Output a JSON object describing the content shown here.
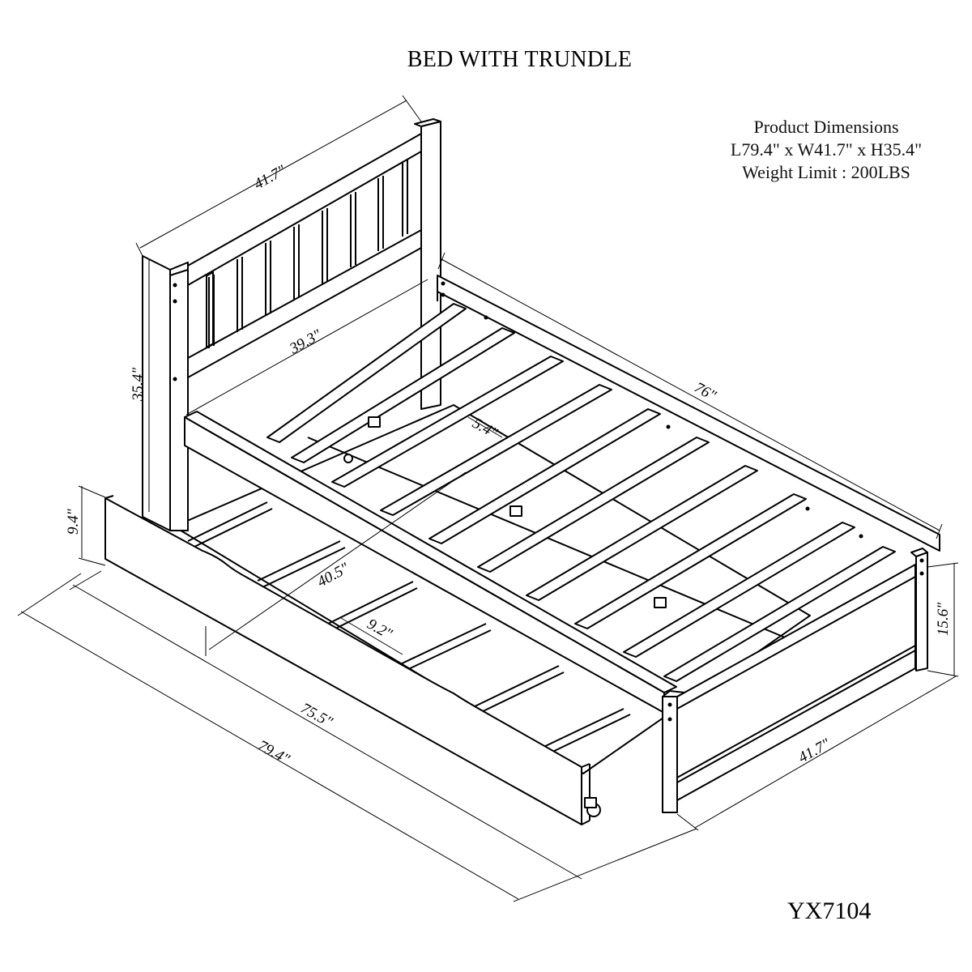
{
  "title": "BED WITH TRUNDLE",
  "specs": {
    "heading": "Product Dimensions",
    "dimensions": "L79.4\" x W41.7\" x H35.4\"",
    "weight_limit": "Weight Limit : 200LBS"
  },
  "model_number": "YX7104",
  "dimension_labels": {
    "headboard_width": "41.7\"",
    "headboard_height": "35.4\"",
    "inner_width": "39.3\"",
    "slat_spacing": "5.4\"",
    "side_rail_length": "76\"",
    "trundle_height": "9.4\"",
    "trundle_width": "40.5\"",
    "trundle_slat_spacing": "9.2\"",
    "trundle_length": "75.5\"",
    "overall_length": "79.4\"",
    "footboard_width": "41.7\"",
    "footboard_height": "15.6\""
  },
  "colors": {
    "line": "#000000",
    "background": "#ffffff"
  }
}
